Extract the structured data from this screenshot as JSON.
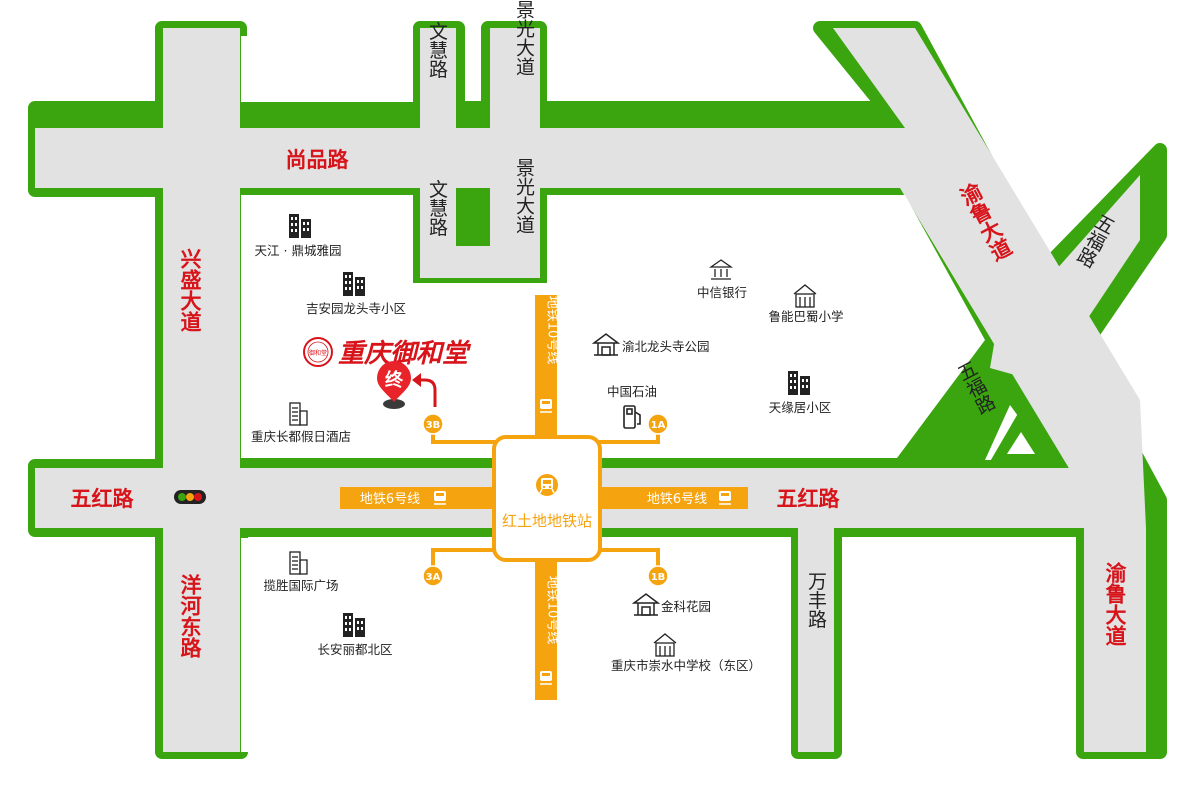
{
  "colors": {
    "road_edge": "#3aa50e",
    "road_fill": "#e2e2e2",
    "metro": "#f5a30f",
    "road_label": "#d8141b",
    "text": "#222222"
  },
  "roads": {
    "shangpin": "尚品路",
    "wuhong_left": "五红路",
    "wuhong_right": "五红路",
    "xingsheng": "兴盛大道",
    "yanghe": "洋河东路",
    "yulu_upper": "渝鲁大道",
    "yulu_lower": "渝鲁大道",
    "wufu_upper": "五福路",
    "wufu_inner": "五福路",
    "wenhui_top": "文慧路",
    "wenhui_mid": "文慧路",
    "jingguang_top": "景光大道",
    "jingguang_mid": "景光大道",
    "wanfeng": "万丰路"
  },
  "metro": {
    "station": "红土地地铁站",
    "line6_left": "地铁6号线",
    "line6_right": "地铁6号线",
    "line10_top": "地铁10号线",
    "line10_bottom": "地铁10号线",
    "exits": {
      "a1": "1A",
      "b1": "1B",
      "a3": "3A",
      "b3": "3B"
    }
  },
  "pois": {
    "tianjiang": "天江 · 鼎城雅园",
    "jian": "吉安园龙头寺小区",
    "hotel": "重庆长都假日酒店",
    "citic": "中信银行",
    "luneng_school": "鲁能巴蜀小学",
    "park": "渝北龙头寺公园",
    "petro": "中国石油",
    "tianyuan": "天缘居小区",
    "plaza": "揽胜国际广场",
    "changan": "长安丽都北区",
    "jinke": "金科花园",
    "chongshui": "重庆市崇水中学校（东区）"
  },
  "destination": {
    "name": "重庆御和堂",
    "marker": "终",
    "seal": "御和堂"
  },
  "icons": [
    "building-icon",
    "office-icon",
    "bank-icon",
    "school-icon",
    "pavilion-icon",
    "gas-station-icon",
    "metro-train-icon",
    "traffic-light-icon",
    "destination-marker-icon"
  ]
}
